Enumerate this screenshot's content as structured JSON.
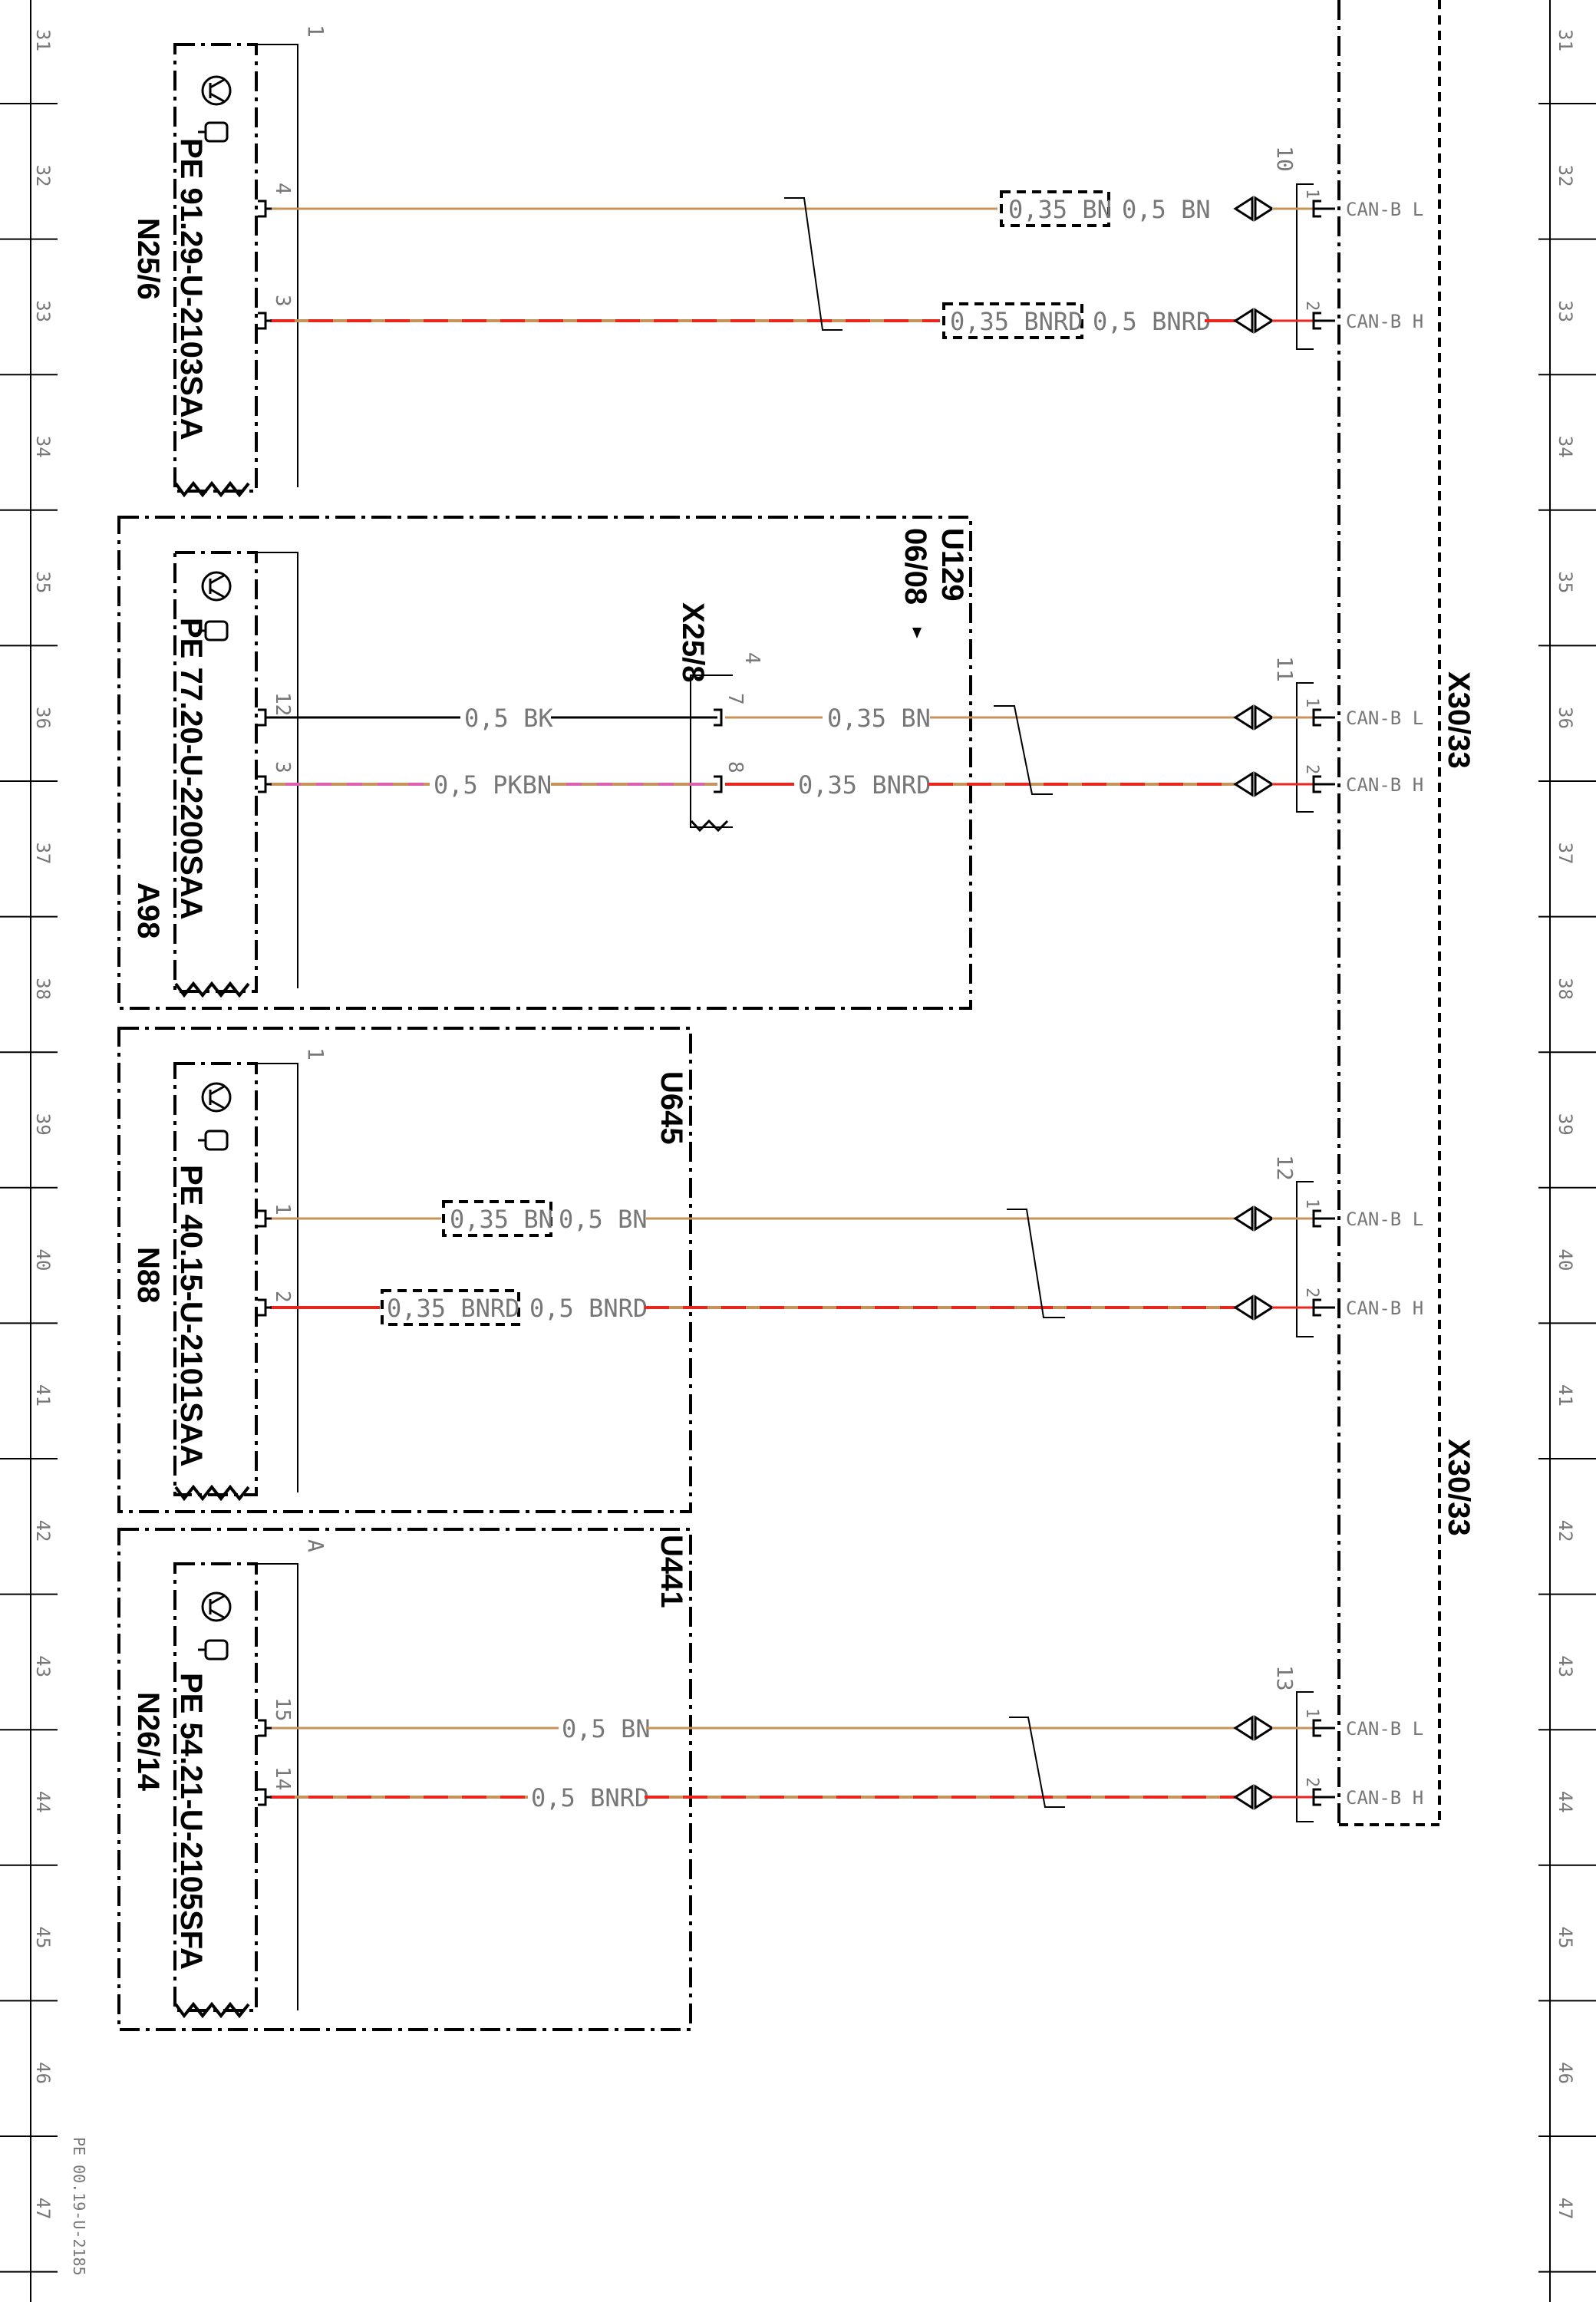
{
  "grid": {
    "numbers": [
      "31",
      "32",
      "33",
      "34",
      "35",
      "36",
      "37",
      "38",
      "39",
      "40",
      "41",
      "42",
      "43",
      "44",
      "45",
      "46",
      "47"
    ]
  },
  "page_reference": "PE 00.19-U-2185",
  "right_block": {
    "labels": [
      "X30/33",
      "X30/33"
    ]
  },
  "components": [
    {
      "id": "N25/6",
      "label": "N25/6",
      "reference": "PE 91.29-U-2103SAA",
      "connector_number": "1",
      "pins": [
        "4",
        "3"
      ]
    },
    {
      "id": "A98",
      "label": "A98",
      "reference": "PE 77.20-U-2200SAA",
      "pins": [
        "12",
        "3"
      ],
      "group_label": "U129",
      "group_date": "06/08",
      "coupling": {
        "label": "X25/8",
        "number": "4",
        "pins": [
          "7",
          "8"
        ]
      }
    },
    {
      "id": "N88",
      "label": "N88",
      "reference": "PE 40.15-U-2101SAA",
      "connector_number": "1",
      "pins": [
        "1",
        "2"
      ],
      "group_label": "U645"
    },
    {
      "id": "N26/14",
      "label": "N26/14",
      "reference": "PE 54.21-U-2105SFA",
      "connector_number": "A",
      "pins": [
        "15",
        "14"
      ],
      "group_label": "U441"
    }
  ],
  "wires": [
    {
      "alt": "0,35 BN",
      "main": "0,5 BN",
      "can": "CAN-B L",
      "pin": "1",
      "connector": "10"
    },
    {
      "alt": "0,35 BNRD",
      "main": "0,5 BNRD",
      "can": "CAN-B H",
      "pin": "2"
    },
    {
      "left": "0,5 BK",
      "right": "0,35 BN",
      "can": "CAN-B L",
      "pin": "1",
      "connector": "11"
    },
    {
      "left": "0,5 PKBN",
      "right": "0,35 BNRD",
      "can": "CAN-B H",
      "pin": "2"
    },
    {
      "alt": "0,35 BN",
      "main": "0,5 BN",
      "can": "CAN-B L",
      "pin": "1",
      "connector": "12"
    },
    {
      "alt": "0,35 BNRD",
      "main": "0,5 BNRD",
      "can": "CAN-B H",
      "pin": "2"
    },
    {
      "main": "0,5 BN",
      "can": "CAN-B L",
      "pin": "1",
      "connector": "13"
    },
    {
      "main": "0,5 BNRD",
      "can": "CAN-B H",
      "pin": "2"
    }
  ],
  "colors": {
    "brown": "#c8935a",
    "red": "#e8261e",
    "pink": "#e060b0",
    "black": "#000000",
    "label_grey": "#777777"
  }
}
